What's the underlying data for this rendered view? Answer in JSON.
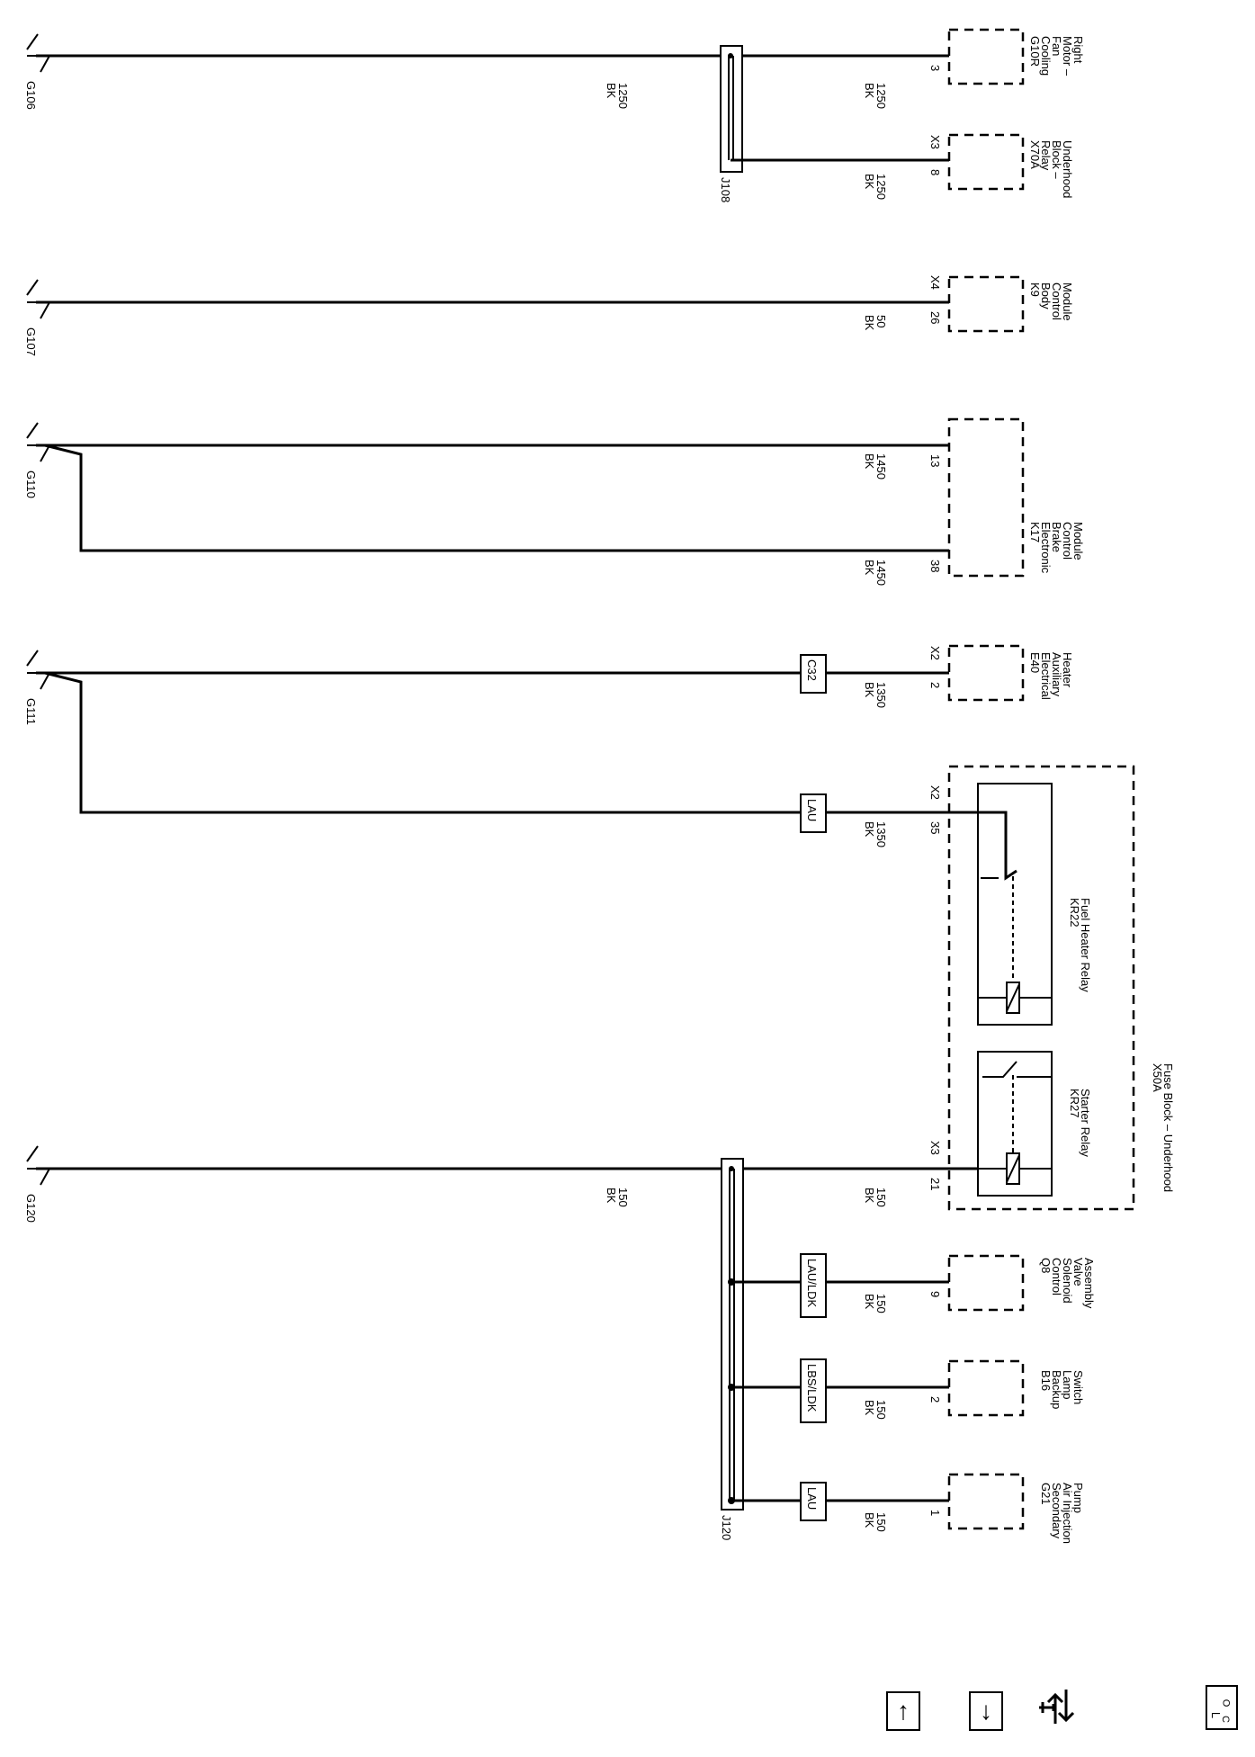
{
  "grounds": {
    "g106": "G106",
    "g107": "G107",
    "g110": "G110",
    "g111": "G111",
    "g120": "G120"
  },
  "splices": {
    "j108": "J108",
    "j120": "J120"
  },
  "connectors": {
    "c32": "C32",
    "lau1": "LAU",
    "lau_ldk": "LAU/LDK",
    "lbs_ldk": "LBS/LDK",
    "lau2": "LAU"
  },
  "wires": {
    "w1250_a": [
      "1250",
      "BK"
    ],
    "w1250_b": [
      "1250",
      "BK"
    ],
    "w1250_c": [
      "1250",
      "BK"
    ],
    "w50": [
      "50",
      "BK"
    ],
    "w1450_a": [
      "1450",
      "BK"
    ],
    "w1450_b": [
      "1450",
      "BK"
    ],
    "w1350_a": [
      "1350",
      "BK"
    ],
    "w1350_b": [
      "1350",
      "BK"
    ],
    "w150_a": [
      "150",
      "BK"
    ],
    "w150_b": [
      "150",
      "BK"
    ],
    "w150_c": [
      "150",
      "BK"
    ],
    "w150_d": [
      "150",
      "BK"
    ],
    "w150_e": [
      "150",
      "BK"
    ]
  },
  "pins": {
    "g10r_pin": "3",
    "x70a_conn": "X3",
    "x70a_pin": "8",
    "k9_conn": "X4",
    "k9_pin": "26",
    "k17_pin13": "13",
    "k17_pin38": "38",
    "e40_conn": "X2",
    "e40_pin": "2",
    "kr22_conn": "X2",
    "kr22_pin": "35",
    "kr27_conn": "X3",
    "kr27_pin": "21",
    "q8_pin": "9",
    "b16_pin": "2",
    "g21_pin": "1"
  },
  "components": {
    "g10r": [
      "G10R",
      "Cooling",
      "Fan",
      "Motor –",
      "Right"
    ],
    "x70a": [
      "X70A",
      "Relay",
      "Block –",
      "Underhood"
    ],
    "k9": [
      "K9",
      "Body",
      "Control",
      "Module"
    ],
    "k17": [
      "K17",
      "Electronic",
      "Brake",
      "Control",
      "Module"
    ],
    "e40": [
      "E40",
      "Electrical",
      "Auxiliary",
      "Heater"
    ],
    "x50a": [
      "X50A",
      "Fuse Block – Underhood"
    ],
    "kr22": [
      "KR22",
      "Fuel Heater Relay"
    ],
    "kr27": [
      "KR27",
      "Starter Relay"
    ],
    "q8": [
      "Q8",
      "Control",
      "Solenoid",
      "Valve",
      "Assembly"
    ],
    "b16": [
      "B16",
      "Backup",
      "Lamp",
      "Switch"
    ],
    "g21": [
      "G21",
      "Secondary",
      "Air Injection",
      "Pump"
    ]
  },
  "footer": {
    "loc_top": "L",
    "loc_o": "O",
    "loc_c": "C"
  },
  "icons": [
    "page-up-icon",
    "page-down-icon",
    "service-procedure-icon",
    "location-icon"
  ]
}
